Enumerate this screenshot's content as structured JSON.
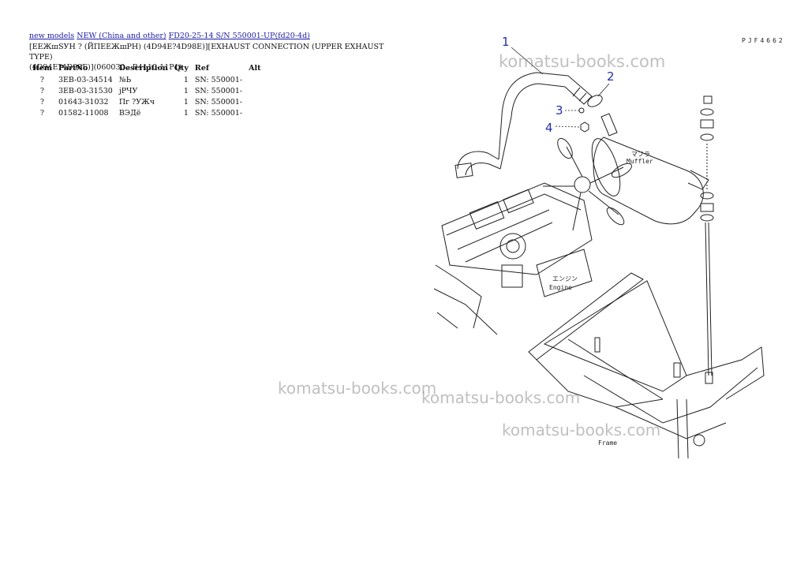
{
  "breadcrumb": {
    "link1": "new models",
    "link2": "NEW (China and other)",
    "link3": "FD20-25-14 S/N 550001-UP(fd20-4d)"
  },
  "title_line1": "[ЕЕЖшSУН ? (ЙПЕЕЖшРН) (4D94E?4D98E)][EXHAUST CONNECTION (UPPER EXHAUST TYPE)",
  "title_line2": "(4D94E?4D98E)](060030 : B4110-11P1)",
  "table": {
    "headers": [
      "Item",
      "PartNo",
      "Description",
      "Qty",
      "Ref",
      "Alt"
    ],
    "rows": [
      {
        "item": "?",
        "partno": "3EB-03-34514",
        "desc": "№Ь",
        "qty": "1",
        "ref": "SN: 550001-",
        "alt": ""
      },
      {
        "item": "?",
        "partno": "3EB-03-31530",
        "desc": "jРЧУ",
        "qty": "1",
        "ref": "SN: 550001-",
        "alt": ""
      },
      {
        "item": "?",
        "partno": "01643-31032",
        "desc": "Пг ?УЖч",
        "qty": "1",
        "ref": "SN: 550001-",
        "alt": ""
      },
      {
        "item": "?",
        "partno": "01582-11008",
        "desc": "ВЭДё",
        "qty": "1",
        "ref": "SN: 550001-",
        "alt": ""
      }
    ]
  },
  "diagram": {
    "code": "PJF4662",
    "callouts": [
      "1",
      "2",
      "3",
      "4"
    ],
    "callout_color": "#1f2fa8",
    "label_muffler_jp": "マフラ",
    "label_muffler_en": "Muffler",
    "label_engine_jp": "エンジン",
    "label_engine_en": "Engine",
    "label_frame_en": "Frame"
  },
  "watermark": "komatsu-books.com"
}
